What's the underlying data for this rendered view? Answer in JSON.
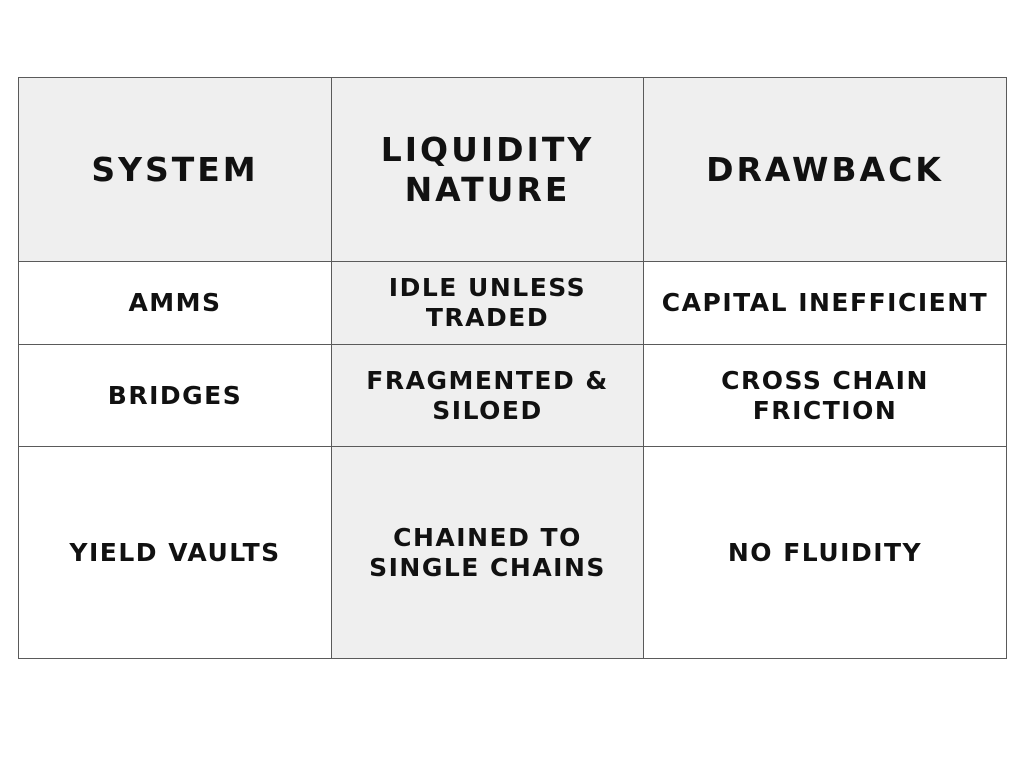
{
  "table": {
    "headers": [
      "SYSTEM",
      "LIQUIDITY NATURE",
      "DRAWBACK"
    ],
    "rows": [
      [
        "AMMS",
        "IDLE UNLESS TRADED",
        "CAPITAL INEFFICIENT"
      ],
      [
        "BRIDGES",
        "FRAGMENTED & SILOED",
        "CROSS CHAIN FRICTION"
      ],
      [
        "YIELD VAULTS",
        "CHAINED TO SINGLE CHAINS",
        "NO FLUIDITY"
      ]
    ]
  },
  "colors": {
    "shaded_cell": "#efefef",
    "border": "#5a5a5a",
    "text": "#111111",
    "background": "#ffffff"
  }
}
